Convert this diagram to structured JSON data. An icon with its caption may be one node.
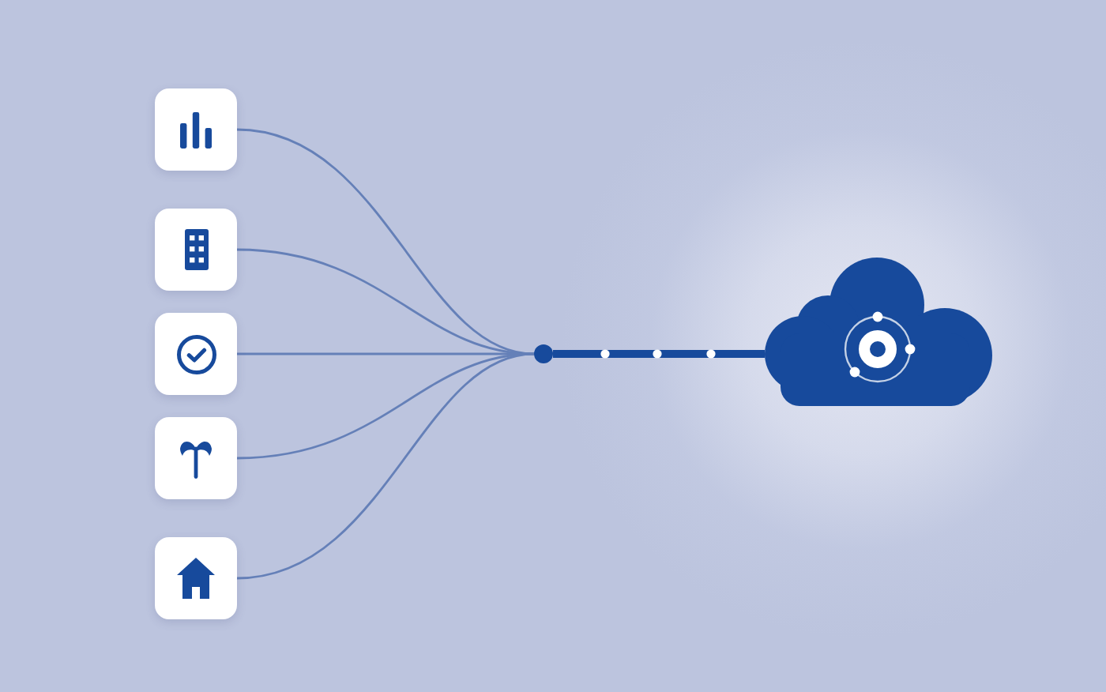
{
  "diagram": {
    "nodes": [
      {
        "text": [],
        "shape": "box"
      },
      {
        "text": [],
        "shape": "box"
      },
      {
        "text": [],
        "shape": "box"
      },
      {
        "text": [],
        "shape": "box"
      },
      {
        "text": [],
        "shape": "box"
      },
      {
        "text": [],
        "shape": "circle"
      },
      {
        "text": [],
        "shape": "cloud"
      }
    ],
    "edges": [
      {
        "from": 0,
        "to": 5,
        "arrow": "none"
      },
      {
        "from": 1,
        "to": 5,
        "arrow": "none"
      },
      {
        "from": 2,
        "to": 5,
        "arrow": "none"
      },
      {
        "from": 3,
        "to": 5,
        "arrow": "none"
      },
      {
        "from": 4,
        "to": 5,
        "arrow": "none"
      },
      {
        "from": 5,
        "to": 6,
        "arrow": "none",
        "style": "thick",
        "color": "#174a9c"
      }
    ]
  }
}
